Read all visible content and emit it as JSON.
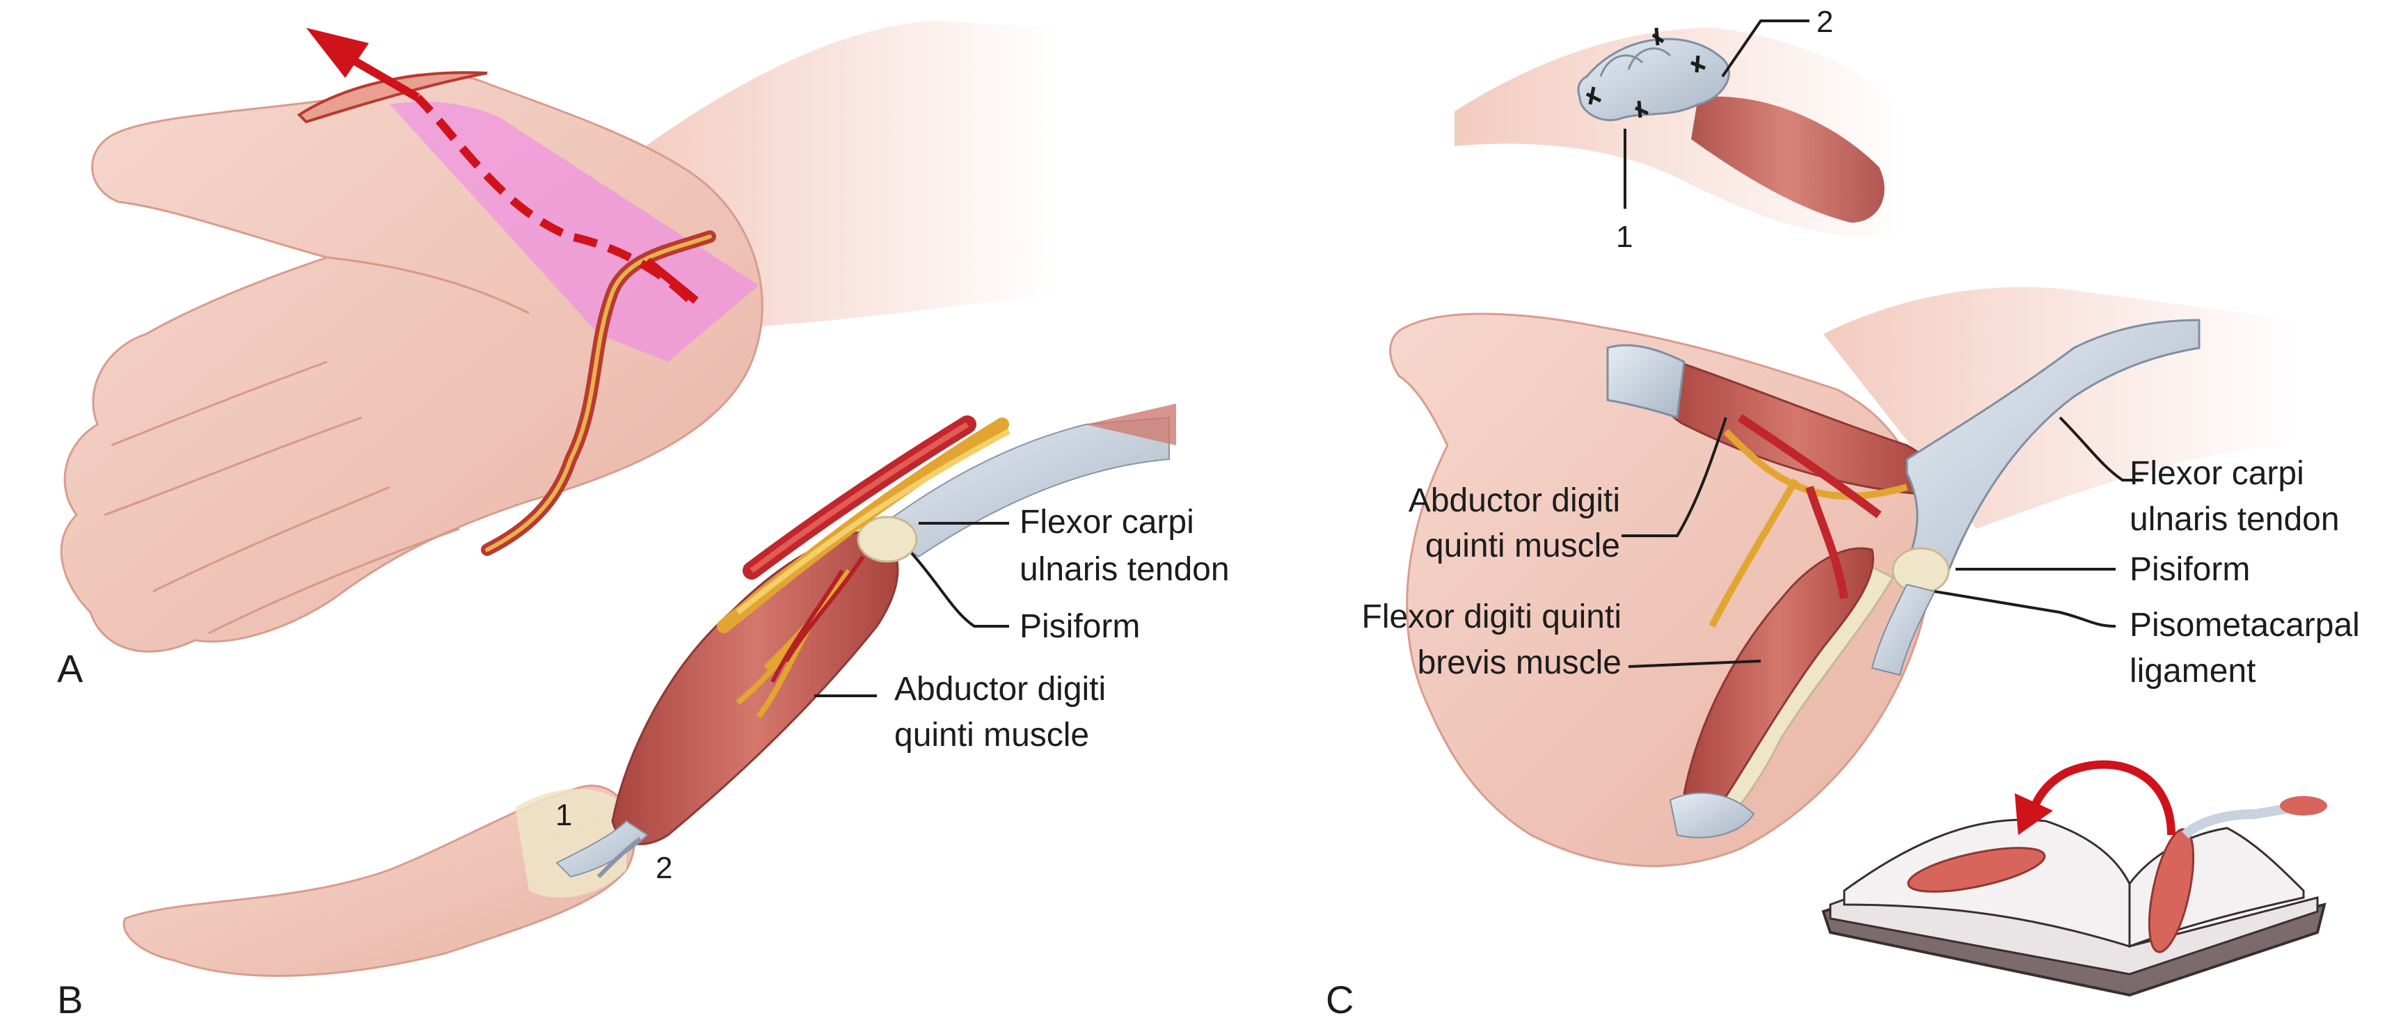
{
  "panels": {
    "a": "A",
    "b": "B",
    "c": "C"
  },
  "panel_b": {
    "flexor_carpi_1": "Flexor carpi",
    "flexor_carpi_2": "ulnaris tendon",
    "pisiform": "Pisiform",
    "abductor_1": "Abductor digiti",
    "abductor_2": "quinti muscle",
    "point_1": "1",
    "point_2": "2"
  },
  "panel_c": {
    "point_1": "1",
    "point_2": "2",
    "abductor_1": "Abductor digiti",
    "abductor_2": "quinti muscle",
    "flexor_brevis_1": "Flexor digiti quinti",
    "flexor_brevis_2": "brevis muscle",
    "flexor_carpi_1": "Flexor carpi",
    "flexor_carpi_2": "ulnaris tendon",
    "pisiform": "Pisiform",
    "ligament_1": "Pisometacarpal",
    "ligament_2": "ligament"
  },
  "colors": {
    "skin": "#f3cbbf",
    "skin_shade": "#e3aa9c",
    "muscle": "#c4625a",
    "muscle_dark": "#9e3c37",
    "tendon": "#c9d3df",
    "nerve": "#e2a531",
    "artery": "#c0262b",
    "highlight": "#ee82ee",
    "arrow": "#d0121b",
    "bone": "#efe5c8"
  }
}
